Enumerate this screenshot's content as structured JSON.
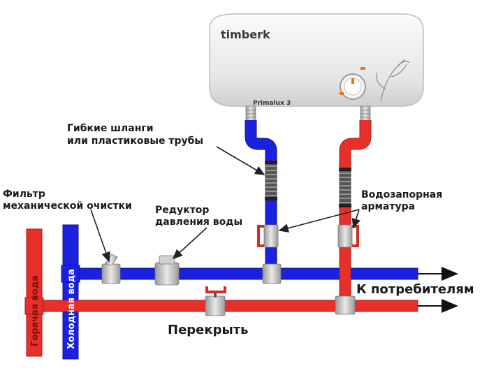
{
  "heater": {
    "brand": "timberk",
    "model": "Primalux 3"
  },
  "labels": {
    "hoses_line1": "Гибкие шланги",
    "hoses_line2": "или пластиковые трубы",
    "filter_line1": "Фильтр",
    "filter_line2": "механической очистки",
    "reducer_line1": "Редуктор",
    "reducer_line2": "давления воды",
    "valve_line1": "Водозапорная",
    "valve_line2": "арматура",
    "consumers": "К потребителям",
    "shutoff": "Перекрыть",
    "hot_water": "Горячая вода",
    "cold_water": "Холодная вода"
  },
  "colors": {
    "hot": "#e8302a",
    "cold": "#1a22e0",
    "fitting": "#c9c9c9",
    "heater_body": "#eeeeee"
  }
}
